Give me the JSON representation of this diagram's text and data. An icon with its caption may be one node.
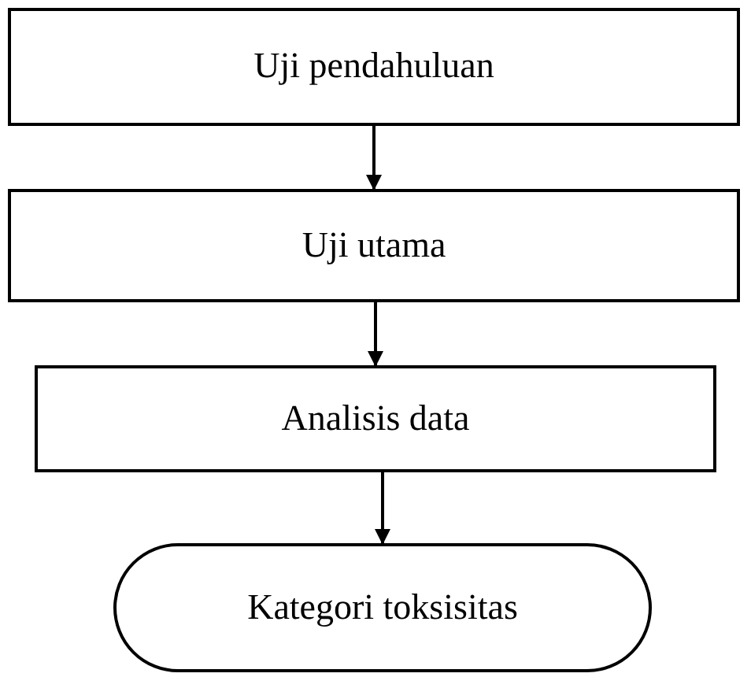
{
  "diagram": {
    "nodes": [
      {
        "text": [
          "Uji pendahuluan"
        ]
      },
      {
        "text": [
          "Uji utama"
        ]
      },
      {
        "text": [
          "Analisis data"
        ]
      },
      {
        "text": [
          "Kategori toksisitas"
        ]
      }
    ],
    "edges": [
      {
        "from": 0,
        "to": 1,
        "arrow": "to"
      },
      {
        "from": 1,
        "to": 2,
        "arrow": "to"
      },
      {
        "from": 2,
        "to": 3,
        "arrow": "to"
      }
    ]
  }
}
